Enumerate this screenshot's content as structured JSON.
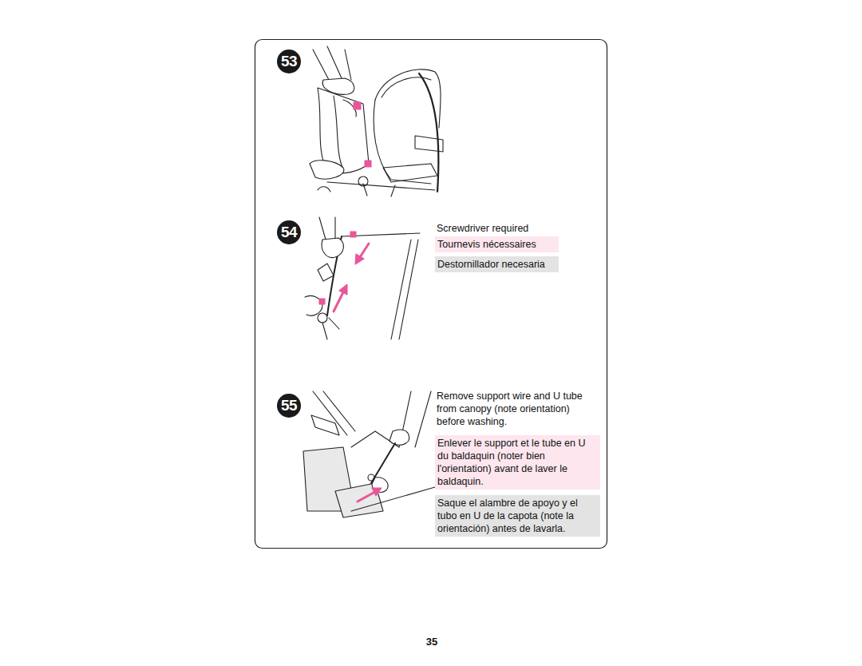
{
  "diagram": {
    "nodes": [
      {
        "text": [
          "53"
        ]
      },
      {
        "text": [
          "54"
        ]
      },
      {
        "text": [
          "Tournevis nécessaires"
        ]
      },
      {
        "text": [
          "Destornillador necesaria"
        ]
      },
      {
        "text": [
          "55"
        ]
      },
      {
        "text": [
          "Enlever le support et le tube en U du baldaquin (noter bien l'orientation) avant de laver le baldaquin."
        ]
      },
      {
        "text": [
          "Saque el alambre de apoyo y el tubo en U de la capota (note la orientación) antes de lavarla."
        ]
      }
    ],
    "labels": [
      "Screwdriver required",
      "Remove support wire and U tube from canopy (note orientation) before washing.",
      "35"
    ]
  }
}
